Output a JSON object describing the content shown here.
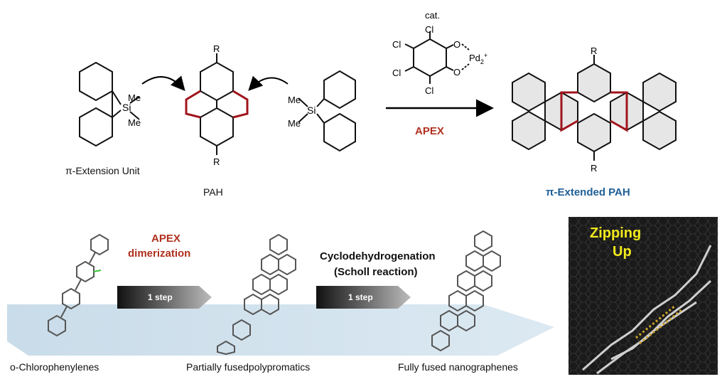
{
  "top": {
    "unit_label": "π-Extension Unit",
    "pah_label": "PAH",
    "product_label": "π-Extended PAH",
    "catalyst_label": "cat.",
    "reaction_label": "APEX",
    "atoms": {
      "si": "Si",
      "me": "Me",
      "r": "R",
      "cl": "Cl",
      "o": "O",
      "pd": "Pd",
      "pd_sub": "2",
      "pd_sup": "+"
    }
  },
  "bottom": {
    "step1_title_line1": "APEX",
    "step1_title_line2": "dimerization",
    "step1_arrow": "1 step",
    "step2_title_line1": "Cyclodehydrogenation",
    "step2_title_line2": "(Scholl reaction)",
    "step2_arrow": "1 step",
    "label_start": "o-Chlorophenylenes",
    "label_middle": "Partially fusedpolypromatics",
    "label_end": "Fully fused nanographenes",
    "inset_line1": "Zipping",
    "inset_line2": "Up"
  },
  "colors": {
    "accent_red": "#b0301e",
    "accent_blue": "#1f5f96",
    "inset_text": "#f2ea1c"
  }
}
